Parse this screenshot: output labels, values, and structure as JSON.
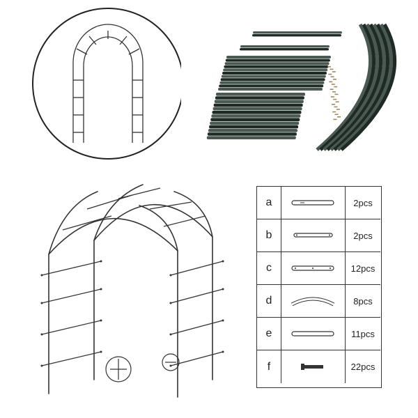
{
  "parts": [
    {
      "letter": "a",
      "qty": "2pcs",
      "icon": "straight-tube-long-icon"
    },
    {
      "letter": "b",
      "qty": "2pcs",
      "icon": "straight-tube-short-icon"
    },
    {
      "letter": "c",
      "qty": "12pcs",
      "icon": "connector-tube-icon"
    },
    {
      "letter": "d",
      "qty": "8pcs",
      "icon": "curved-tube-icon"
    },
    {
      "letter": "e",
      "qty": "11pcs",
      "icon": "cross-bar-icon"
    },
    {
      "letter": "f",
      "qty": "22pcs",
      "icon": "screw-icon"
    }
  ],
  "colors": {
    "tube": "#1f2a25",
    "tube_highlight": "#4a5a52",
    "line": "#333333"
  }
}
